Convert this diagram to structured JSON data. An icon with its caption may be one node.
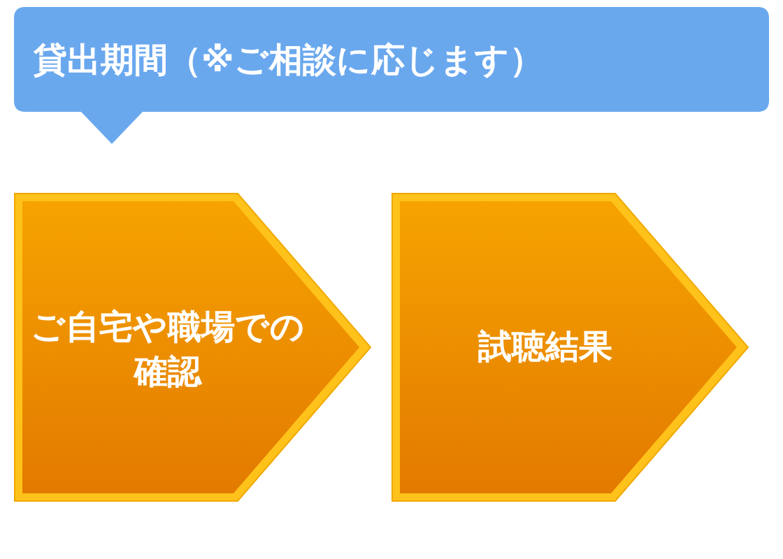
{
  "diagram": {
    "nodes": [
      {
        "text": [
          "貸出期間（※ご相談に応じます）"
        ]
      },
      {
        "text": [
          "ご自宅や職場での確認"
        ]
      },
      {
        "text": [
          "試聴結果"
        ]
      }
    ]
  }
}
